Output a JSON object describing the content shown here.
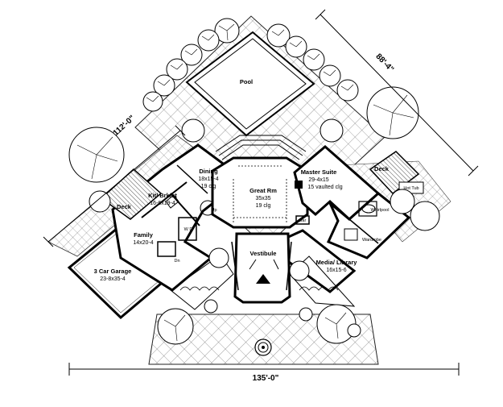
{
  "plan": {
    "pool_label": "Pool",
    "dimensions": {
      "left_diag": "112'-0\"",
      "right_diag": "88'-4\"",
      "bottom": "135'-0\""
    },
    "rooms": {
      "dining": {
        "name": "Dining",
        "size": "18x15-4",
        "note": "19 clg"
      },
      "great_rm": {
        "name": "Great Rm",
        "size": "35x35",
        "note": "19 clg"
      },
      "master_suite": {
        "name": "Master Suite",
        "size": "29-4x15",
        "note": "15 vaulted clg"
      },
      "kit_brkfst": {
        "name": "Kit/ Brkfst",
        "size": "16-6x19-4"
      },
      "family": {
        "name": "Family",
        "size": "14x20-4"
      },
      "garage": {
        "name": "3 Car Garage",
        "size": "23-8x35-4"
      },
      "vestibule": {
        "name": "Vestibule"
      },
      "media": {
        "name": "Media/ Library",
        "size": "16x15-6"
      },
      "deck_left": {
        "name": "Deck"
      },
      "deck_right": {
        "name": "Deck"
      },
      "whirlpool": {
        "name": "Whirlpool"
      },
      "wardrobe": {
        "name": "Wardrobe"
      },
      "hot_tub": {
        "name": "Hot Tub"
      }
    },
    "small_labels": {
      "bar": "Bar",
      "dn": "Dn",
      "up": "Up",
      "wd": "W D"
    }
  }
}
